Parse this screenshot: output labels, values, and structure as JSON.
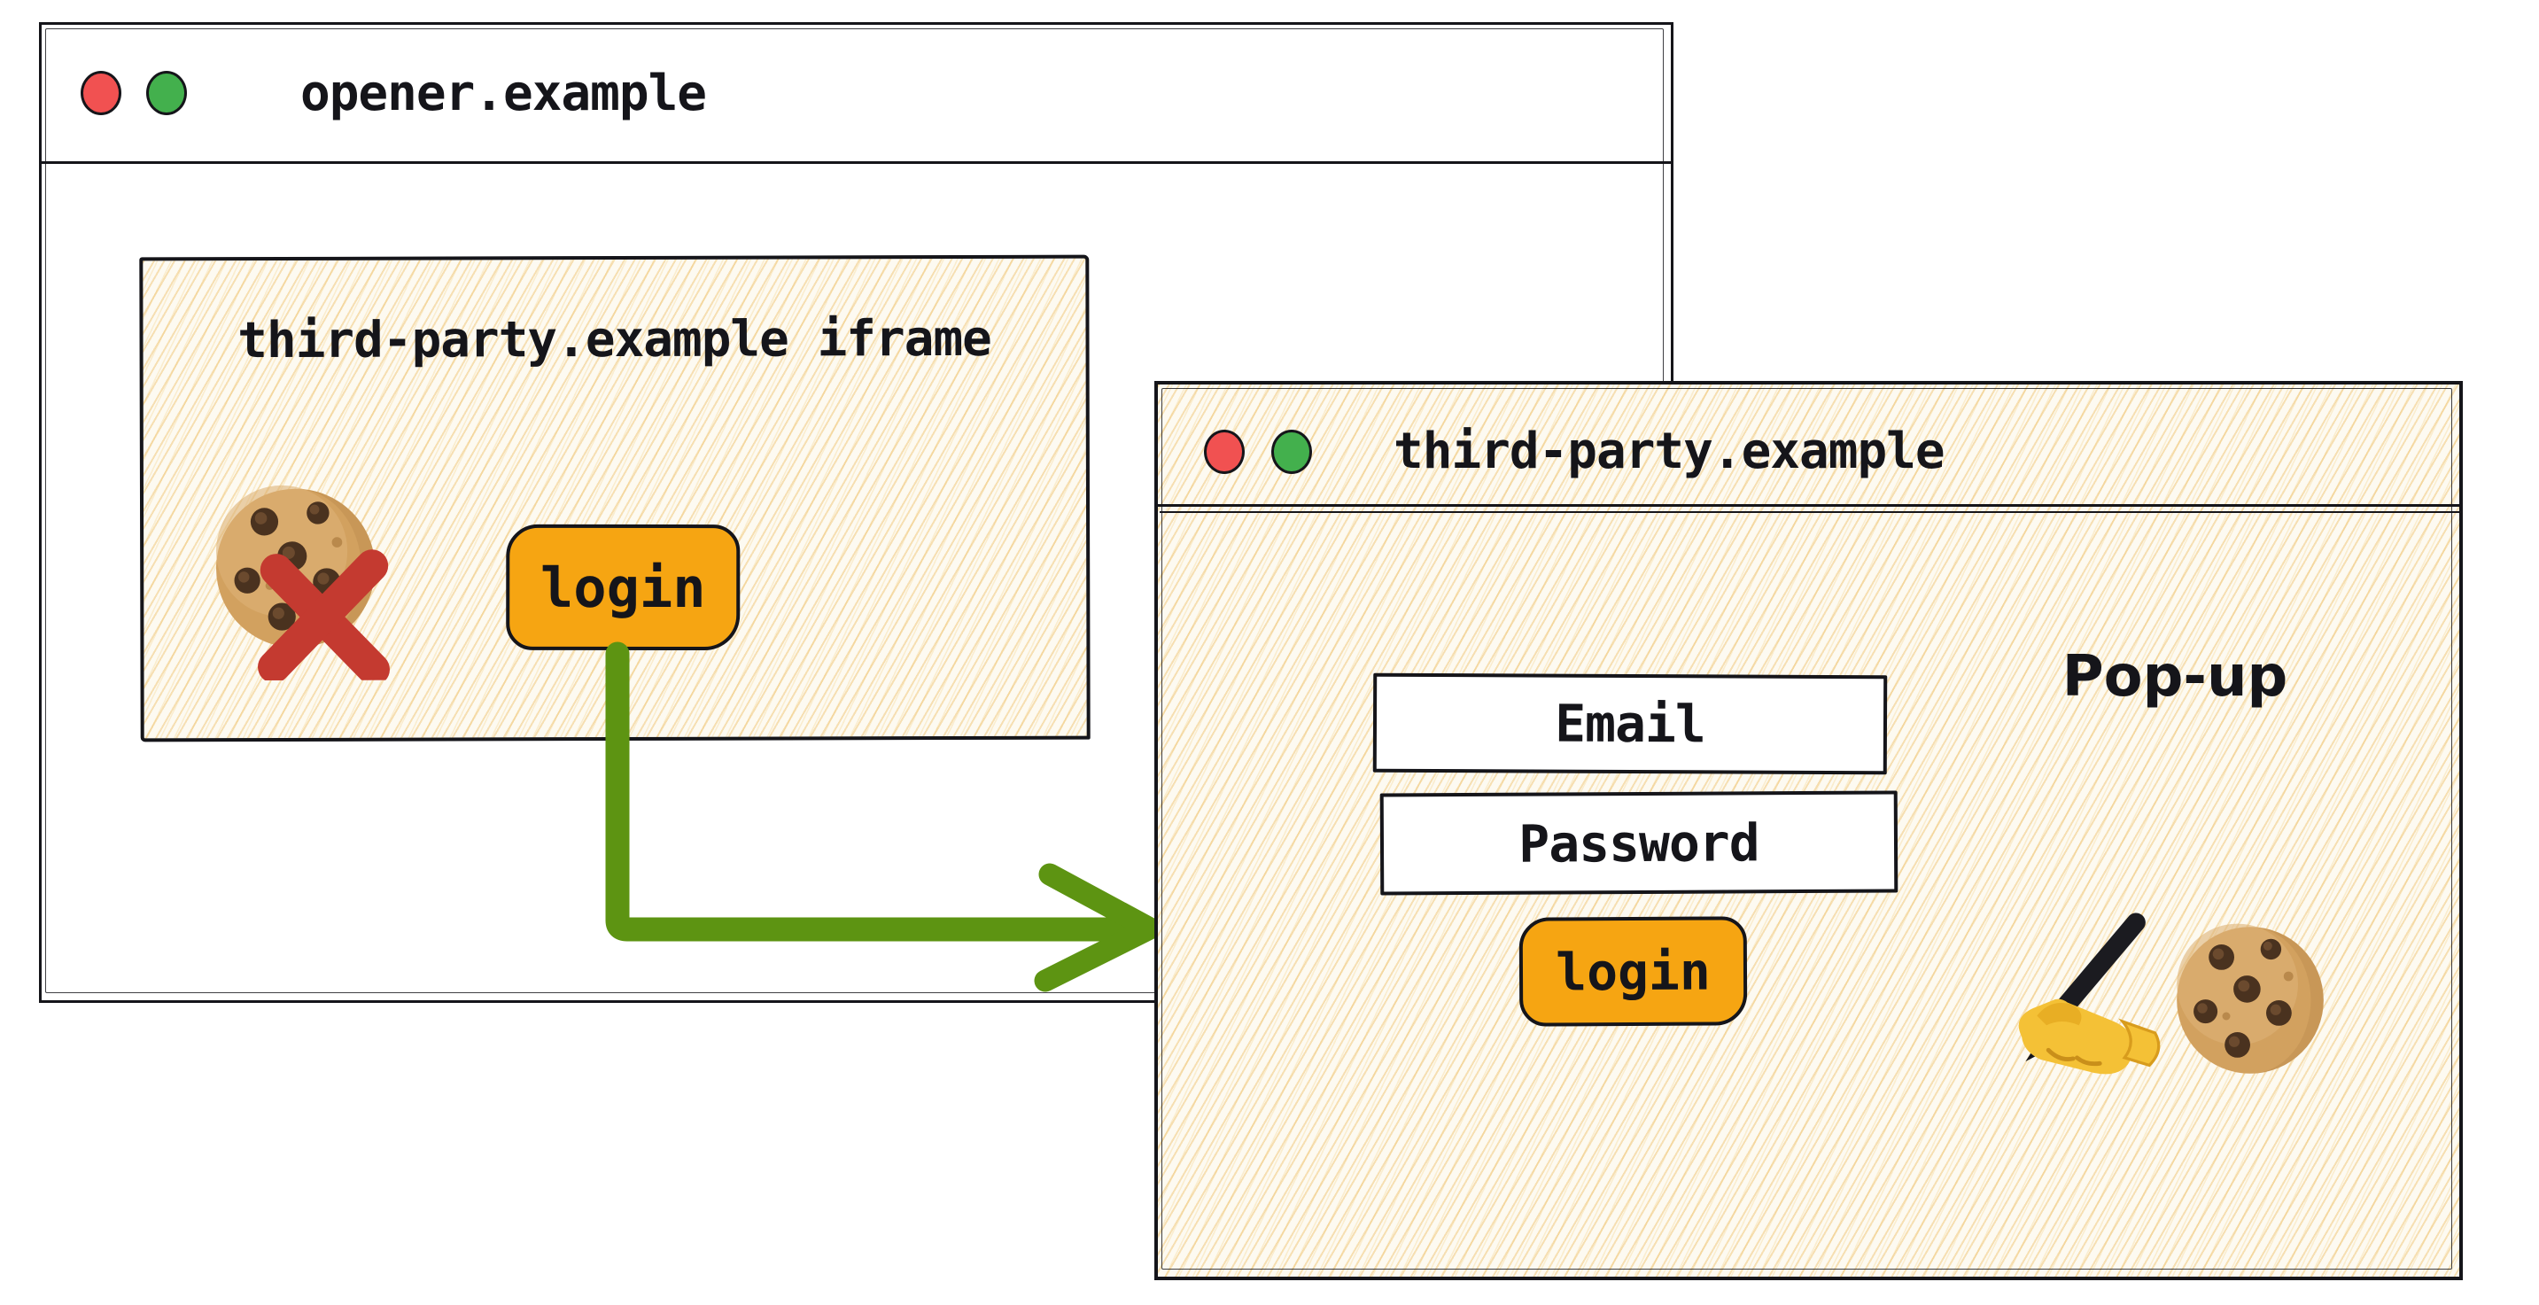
{
  "opener": {
    "title": "opener.example",
    "traffic_lights": {
      "red": "#f15151",
      "green": "#43b04d"
    },
    "iframe": {
      "title": "third-party.example iframe",
      "login_button": "login",
      "blocked_cookie_icon": "cookie-with-red-cross"
    }
  },
  "popup": {
    "title": "third-party.example",
    "traffic_lights": {
      "red": "#f15151",
      "green": "#43b04d"
    },
    "window_label": "Pop-up",
    "email_field": "Email",
    "password_field": "Password",
    "login_button": "login",
    "writing_hand_icon": "writing-hand",
    "cookie_icon": "cookie"
  },
  "arrow": {
    "color": "#5d9412"
  },
  "colors": {
    "button_orange": "#f6a512",
    "ink": "#15151a",
    "cross_red": "#c43a30",
    "paper": "#fdfaf1",
    "hatch_stroke": "#ecce92"
  }
}
